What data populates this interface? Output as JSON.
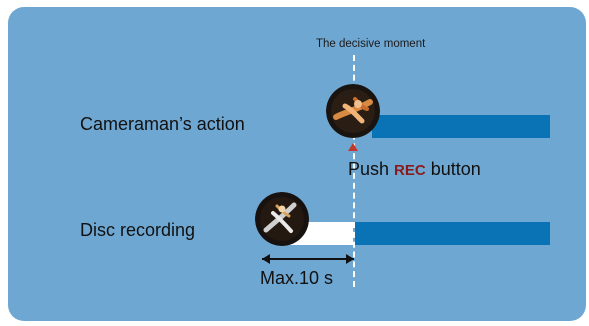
{
  "diagram": {
    "decisive_label": "The decisive moment",
    "cameraman_label": "Cameraman’s action",
    "disc_label": "Disc recording",
    "push_prefix": "Push ",
    "push_rec": "REC",
    "push_suffix": " button",
    "max_label": "Max.10 s",
    "colors": {
      "background": "#6fa7d3",
      "bar_blue": "#0a73b6",
      "bar_white": "#ffffff",
      "marker": "#c0392b"
    },
    "icons": {
      "photo_cameraman": "gymnast-photo",
      "photo_disc": "gymnast-photo",
      "marker": "red-triangle-icon"
    }
  }
}
